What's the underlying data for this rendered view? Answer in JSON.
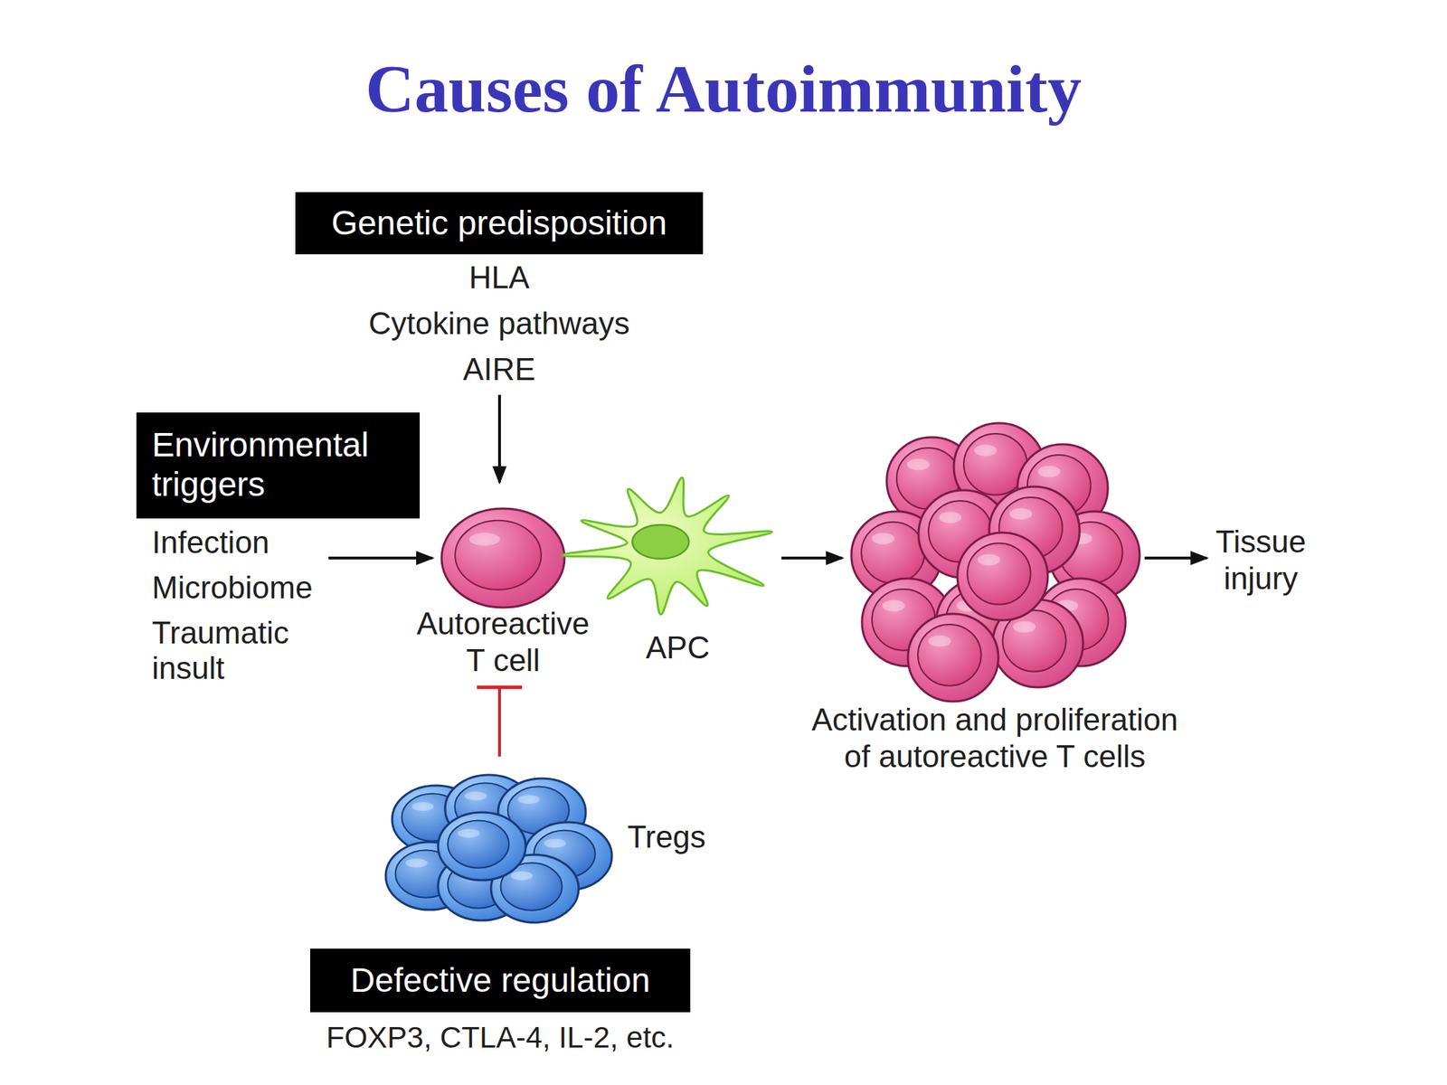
{
  "diagram": {
    "title": "Causes of Autoimmunity",
    "nodes": [
      {
        "text": [
          "Genetic predisposition",
          "HLA",
          "Cytokine pathways",
          "AIRE"
        ]
      },
      {
        "text": [
          "Environmental triggers",
          "Infection",
          "Microbiome",
          "Traumatic insult"
        ]
      },
      {
        "text": [
          "Autoreactive T cell"
        ]
      },
      {
        "text": [
          "APC"
        ]
      },
      {
        "text": [
          "Activation and proliferation of autoreactive T cells"
        ]
      },
      {
        "text": [
          "Tissue injury"
        ]
      },
      {
        "text": [
          "Tregs"
        ]
      },
      {
        "text": [
          "Defective regulation",
          "FOXP3, CTLA-4, IL-2, etc."
        ]
      }
    ],
    "edges": [
      {
        "from": 0,
        "to": 2,
        "arrow": "to"
      },
      {
        "from": 1,
        "to": 2,
        "arrow": "to"
      },
      {
        "from": 3,
        "to": 4,
        "arrow": "to"
      },
      {
        "from": 4,
        "to": 5,
        "arrow": "to"
      },
      {
        "from": 6,
        "to": 2,
        "arrow": "to"
      }
    ]
  }
}
